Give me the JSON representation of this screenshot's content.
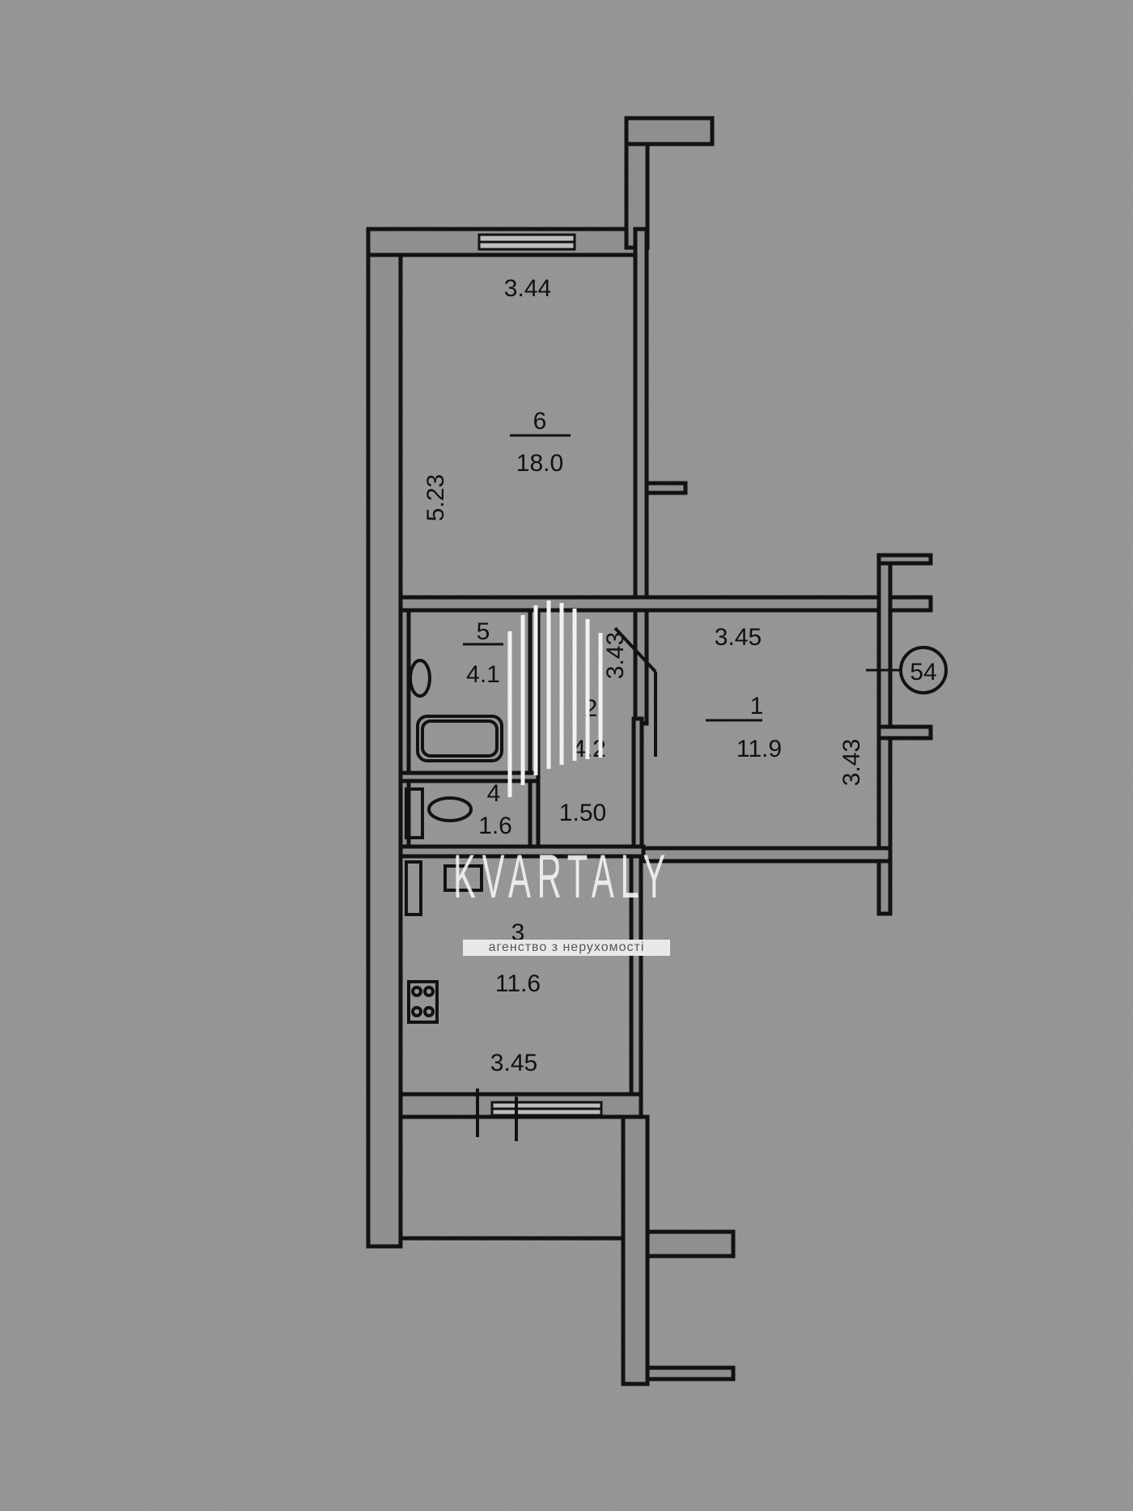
{
  "colors": {
    "background": "#8f8f8f",
    "wall": "#121212",
    "wall_fill": "#8f8f8f",
    "watermark": "#f2f2f2"
  },
  "rooms": [
    {
      "number": "6",
      "area": "18.0"
    },
    {
      "number": "5",
      "area": "4.1"
    },
    {
      "number": "4",
      "area": "1.6"
    },
    {
      "number": "3",
      "area": "11.6"
    },
    {
      "number": "2",
      "area": "4.2"
    },
    {
      "number": "1",
      "area": "11.9"
    }
  ],
  "dimensions": {
    "room6_width": "3.44",
    "room6_length": "5.23",
    "room1_width": "3.45",
    "room1_length": "3.43",
    "hall_length": "3.43",
    "hall_width": "1.50",
    "kitchen_width": "3.45"
  },
  "apartment_number": "54",
  "watermark": {
    "brand": "KVARTALY",
    "tagline": "агенство з нерухомості",
    "logo_icon": "vertical-lines-logo-icon"
  }
}
